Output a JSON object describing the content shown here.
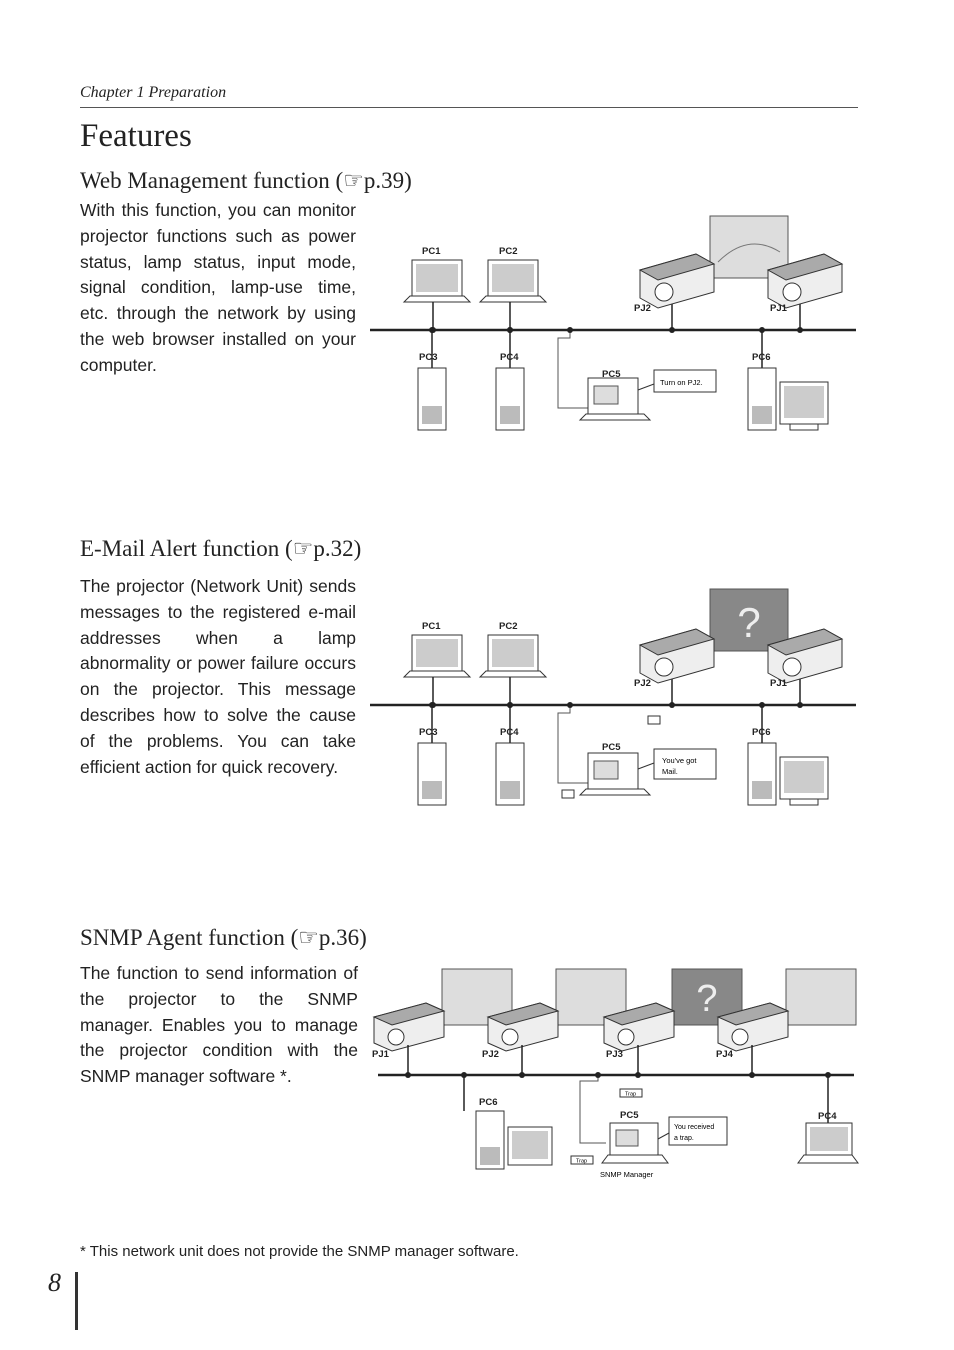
{
  "header": {
    "chapter": "Chapter 1 Preparation",
    "title": "Features"
  },
  "sections": [
    {
      "heading": "Web Management function (☞p.39)",
      "body": "With this function, you can monitor projector functions such as power status, lamp status, input mode, signal condition, lamp-use time, etc. through the network by using the web browser installed on your computer.",
      "diagram": {
        "pcs": [
          "PC1",
          "PC2",
          "PC3",
          "PC4",
          "PC5",
          "PC6"
        ],
        "projectors": [
          "PJ2",
          "PJ1"
        ],
        "callout": "Turn on PJ2."
      }
    },
    {
      "heading": "E-Mail Alert function (☞p.32)",
      "body": "The projector (Network Unit) sends messages to the registered e-mail addresses when a lamp abnormality or power failure occurs on the projector. This message describes how to solve the cause of the problems. You can take efficient action for quick recovery.",
      "diagram": {
        "pcs": [
          "PC1",
          "PC2",
          "PC3",
          "PC4",
          "PC5",
          "PC6"
        ],
        "projectors": [
          "PJ2",
          "PJ1"
        ],
        "callout": [
          "You've got",
          "Mail."
        ],
        "mark": "?"
      }
    },
    {
      "heading": "SNMP Agent function (☞p.36)",
      "body": "The function to send information of the projector to the SNMP manager. Enables you to manage the projector condition with the SNMP manager software *.",
      "diagram": {
        "projectors": [
          "PJ1",
          "PJ2",
          "PJ3",
          "PJ4"
        ],
        "pcs": [
          "PC6",
          "PC5",
          "PC4"
        ],
        "callout": [
          "You received",
          "a trap."
        ],
        "trap": "Trap",
        "manager": "SNMP Manager",
        "mark": "?"
      }
    }
  ],
  "footnote": "* This network unit does not provide the SNMP manager software.",
  "page_number": "8"
}
